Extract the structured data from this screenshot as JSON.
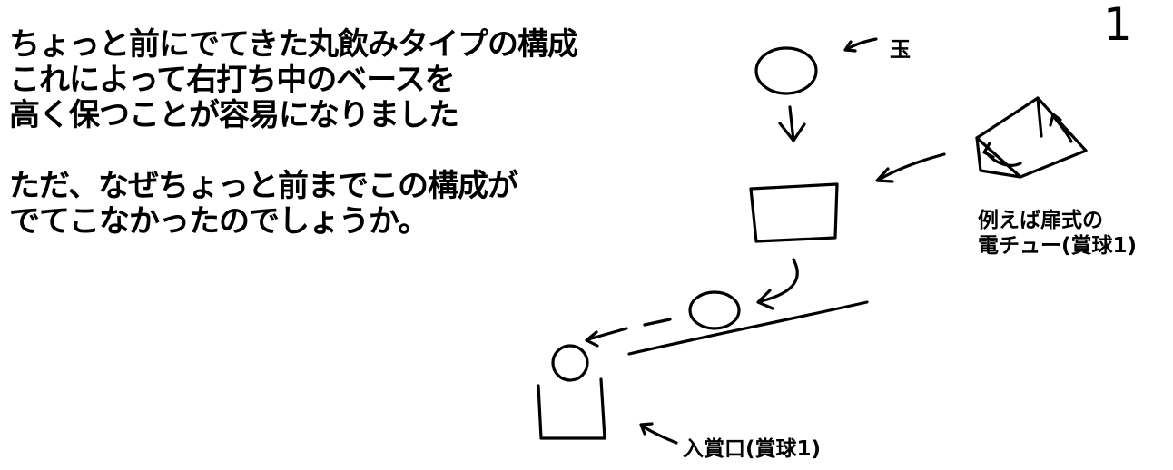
{
  "page_number": "1",
  "main_text": {
    "line1": "ちょっと前にでてきた丸飲みタイプの構成",
    "line2": "これによって右打ち中のベースを",
    "line3": "高く保つことが容易になりました",
    "line4": "ただ、なぜちょっと前までこの構成が",
    "line5": "でてこなかったのでしょうか。"
  },
  "labels": {
    "ball": "玉",
    "door_line1": "例えば扉式の",
    "door_line2": "電チュー(賞球1)",
    "winning_hole": "入賞口(賞球1)"
  }
}
